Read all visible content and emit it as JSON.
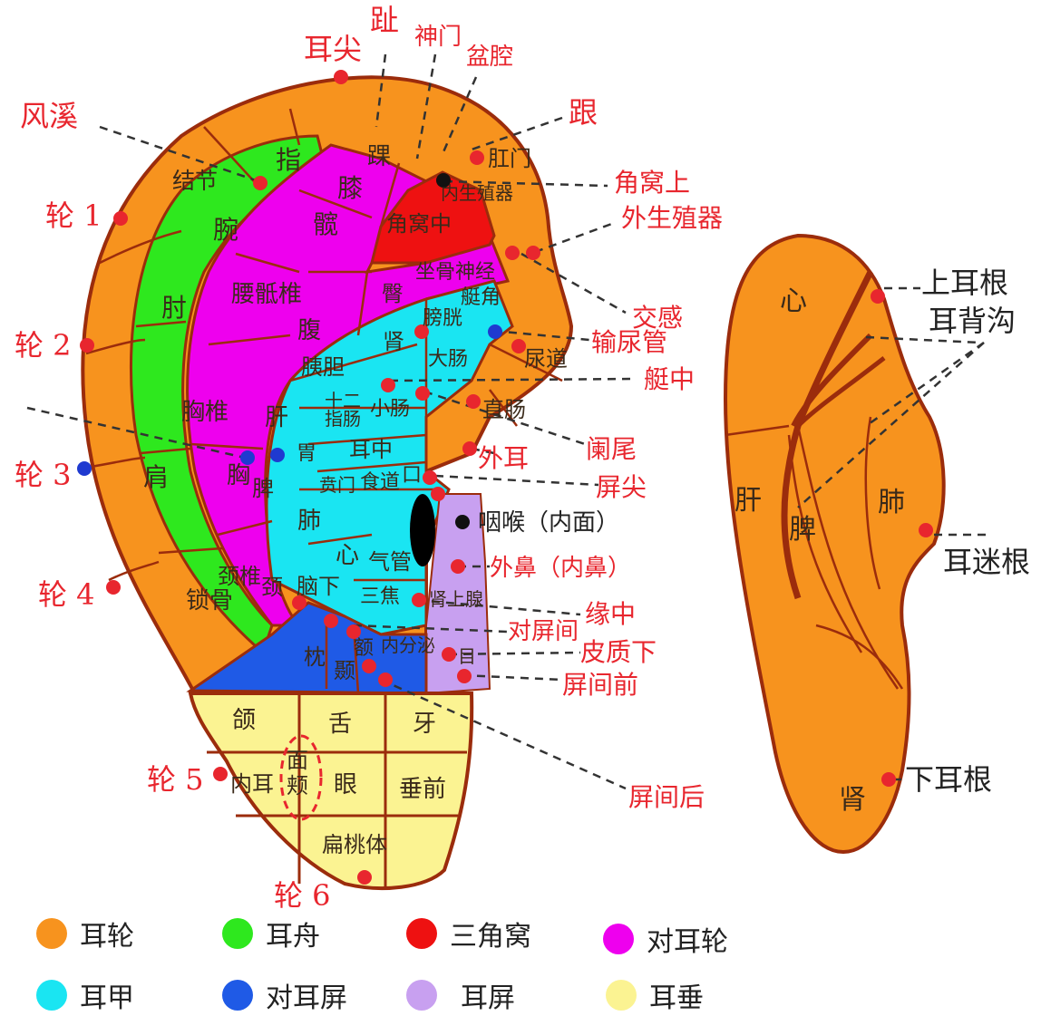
{
  "colors": {
    "helix": "#f7931e",
    "scapha": "#2ee81e",
    "fossa": "#ee1111",
    "antihelix": "#ee00ee",
    "concha": "#1ae5f2",
    "antitragus": "#1f5ae6",
    "tragus": "#c8a0f0",
    "lobe": "#fbf392",
    "outline": "#9b2c0c",
    "label_red": "#e8262e"
  },
  "front_labels": {
    "erjian": "耳尖",
    "zhi_toe": "趾",
    "shenmen": "神门",
    "penqiang": "盆腔",
    "fengxi": "风溪",
    "gen": "跟",
    "lun1": "轮 1",
    "lun2": "轮 2",
    "lun3": "轮 3",
    "lun4": "轮 4",
    "lun5": "轮 5",
    "lun6": "轮 6",
    "jiaowoshang": "角窝上",
    "waishengzhiqi": "外生殖器",
    "jiaogan": "交感",
    "shuniaoguan": "输尿管",
    "tingzhong": "艇中",
    "lanwei": "阑尾",
    "waier": "外耳",
    "pingjian": "屏尖",
    "yanhou": "咽喉（内面）",
    "waibi": "外鼻（内鼻）",
    "yuanzhong": "缘中",
    "duipingjian": "对屏间",
    "pizhixia": "皮质下",
    "pingjianqian": "屏间前",
    "pingjianhou": "屏间后"
  },
  "inner_labels": {
    "jiejie": "结节",
    "zhi_finger": "指",
    "wan": "腕",
    "zhou": "肘",
    "jian": "肩",
    "suogu": "锁骨",
    "huai": "踝",
    "xi": "膝",
    "kuan": "髋",
    "yaodizhui": "腰骶椎",
    "xiongzhui": "胸椎",
    "xiong": "胸",
    "jingzhui": "颈椎",
    "jing": "颈",
    "jiaowozhong": "角窝中",
    "neishengzhiqi": "内生殖器",
    "zuogushenjing": "坐骨神经",
    "tun": "臀",
    "tingjiao": "艇角",
    "pangguang": "膀胱",
    "shen": "肾",
    "fu": "腹",
    "yidan": "胰胆",
    "gan": "肝",
    "dachang": "大肠",
    "niaodao": "尿道",
    "shierzhichang": "十二指肠",
    "xiaochang": "小肠",
    "zhichang": "直肠",
    "erzhong": "耳中",
    "wei": "胃",
    "pi": "脾",
    "benmen": "贲门",
    "shidao": "食道",
    "kou": "口",
    "fei": "肺",
    "xin": "心",
    "qiguan": "气管",
    "naoxia": "脑下",
    "sanjiao": "三焦",
    "shenshangxian": "肾上腺",
    "neifenmi": "内分泌",
    "mu": "目",
    "zhen": "枕",
    "nie": "颞",
    "e": "额",
    "gangmen": "肛门",
    "he": "颌",
    "she": "舌",
    "ya": "牙",
    "mianjia": "面颊",
    "neier": "内耳",
    "yan": "眼",
    "chuiqian": "垂前",
    "biantaoti": "扁桃体"
  },
  "back_labels": {
    "xin": "心",
    "gan": "肝",
    "pi": "脾",
    "fei": "肺",
    "shen": "肾",
    "shangergen": "上耳根",
    "erbeigou": "耳背沟",
    "ermigen": "耳迷根",
    "xiaergen": "下耳根"
  },
  "legend": [
    {
      "label": "耳轮",
      "color": "#f7931e"
    },
    {
      "label": "耳舟",
      "color": "#2ee81e"
    },
    {
      "label": "三角窝",
      "color": "#ee1111"
    },
    {
      "label": "对耳轮",
      "color": "#ee00ee"
    },
    {
      "label": "耳甲",
      "color": "#1ae5f2"
    },
    {
      "label": "对耳屏",
      "color": "#1f5ae6"
    },
    {
      "label": "耳屏",
      "color": "#c8a0f0"
    },
    {
      "label": "耳垂",
      "color": "#fbf392"
    }
  ]
}
